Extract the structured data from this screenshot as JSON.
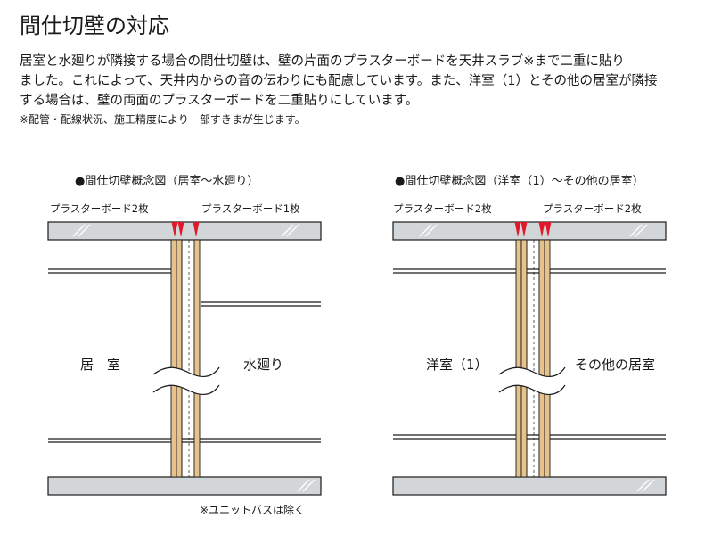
{
  "title": "間仕切壁の対応",
  "description": {
    "lines": [
      "居室と水廻りが隣接する場合の間仕切壁は、壁の片面のプラスターボードを天井スラブ※まで二重に貼り",
      "ました。これによって、天井内からの音の伝わりにも配慮しています。また、洋室（1）とその他の居室が隣接",
      "する場合は、壁の両面のプラスターボードを二重貼りにしています。"
    ],
    "note": "※配管・配線状況、施工精度により一部すきまが生じます。"
  },
  "diagrams": [
    {
      "title": "●間仕切壁概念図（居室〜水廻り）",
      "left_label": "プラスターボード2枚",
      "right_label": "プラスターボード1枚",
      "left_room": "居　室",
      "right_room": "水廻り",
      "footnote": "※ユニットバスは除く"
    },
    {
      "title": "●間仕切壁概念図（洋室（1）〜その他の居室）",
      "left_label": "プラスターボード2枚",
      "right_label": "プラスターボード2枚",
      "left_room": "洋室（1）",
      "right_room": "その他の居室"
    }
  ],
  "colors": {
    "slab_fill": "#d3d6d8",
    "board": "#e6c28c",
    "marker": "#e0182b",
    "line": "#1a1a1a"
  }
}
